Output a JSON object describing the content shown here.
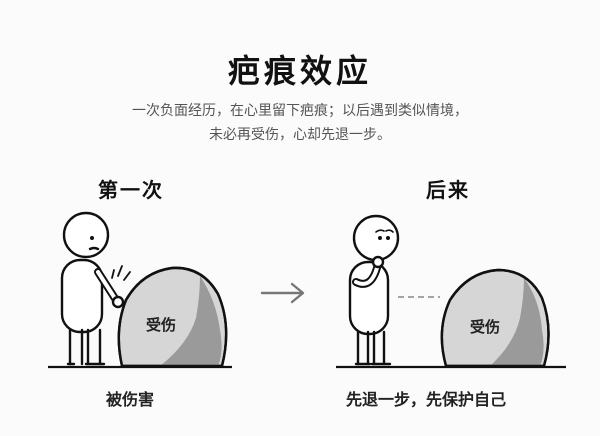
{
  "title": "疤痕效应",
  "subtitle": {
    "line1": "一次负面经历，在心里留下疤痕；以后遇到类似情境，",
    "line2": "未必再受伤，心却先退一步。"
  },
  "left_panel": {
    "heading": "第一次",
    "rock_label": "受伤",
    "caption": "被伤害"
  },
  "right_panel": {
    "heading": "后来",
    "rock_label": "受伤",
    "caption": "先退一步，先保护自己"
  },
  "icons": [
    "arrow-right-icon",
    "stick-figure-icon",
    "rock-icon"
  ],
  "colors": {
    "ink": "#111111",
    "rock_light": "#d6d6d6",
    "rock_dark": "#9a9a9a",
    "arrow": "#777777"
  }
}
